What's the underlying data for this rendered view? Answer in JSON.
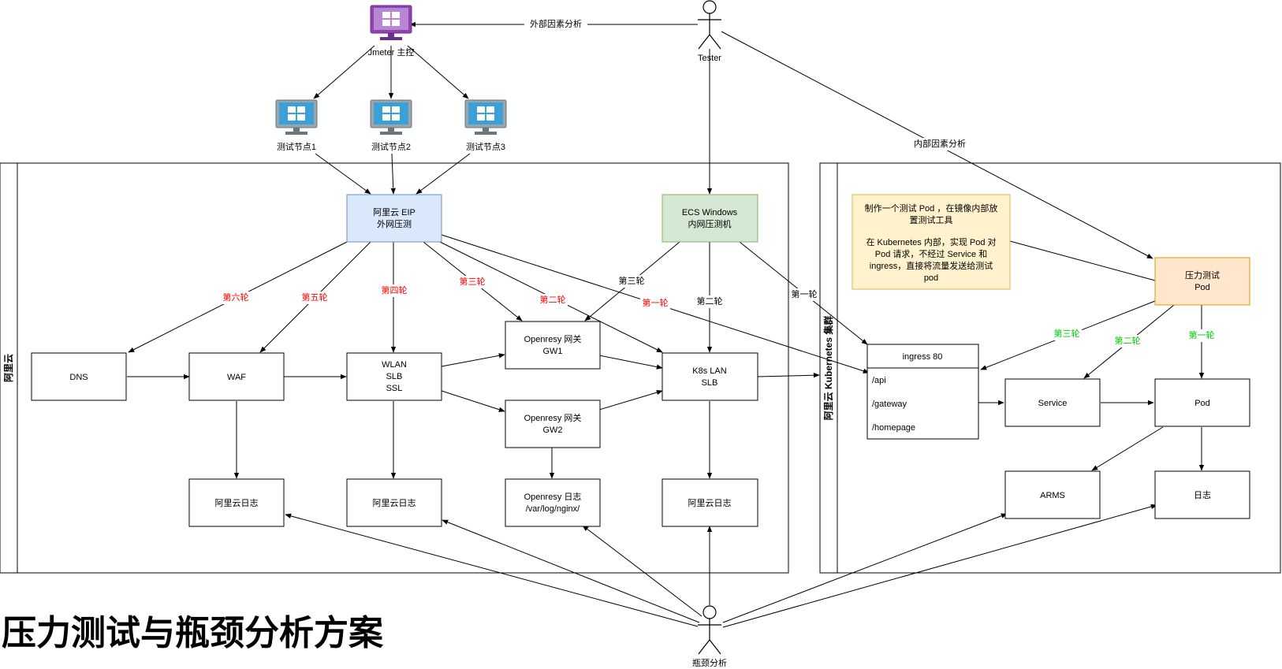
{
  "title": "压力测试与瓶颈分析方案",
  "pools": {
    "aliyun": "阿里云",
    "k8s": "阿里云 Kubernetes 集群"
  },
  "actors": {
    "tester": "Tester",
    "bottleneck": "瓶颈分析"
  },
  "monitors": {
    "master": "Jmeter 主控",
    "node1": "测试节点1",
    "node2": "测试节点2",
    "node3": "测试节点3"
  },
  "nodes": {
    "eip_line1": "阿里云 EIP",
    "eip_line2": "外网压测",
    "ecs_line1": "ECS Windows",
    "ecs_line2": "内网压测机",
    "dns": "DNS",
    "waf": "WAF",
    "wlan_line1": "WLAN",
    "wlan_line2": "SLB",
    "wlan_line3": "SSL",
    "gw1_line1": "Openresy 网关",
    "gw1_line2": "GW1",
    "gw2_line1": "Openresy 网关",
    "gw2_line2": "GW2",
    "k8slan_line1": "K8s LAN",
    "k8slan_line2": "SLB",
    "log_waf": "阿里云日志",
    "log_wlan": "阿里云日志",
    "log_gw_line1": "Openresy 日志",
    "log_gw_line2": "/var/log/nginx/",
    "log_k8slan": "阿里云日志",
    "ingress_header": "ingress 80",
    "ingress_api": "/api",
    "ingress_gateway": "/gateway",
    "ingress_homepage": "/homepage",
    "service": "Service",
    "pod": "Pod",
    "arms": "ARMS",
    "pod_log": "日志",
    "stress_pod_line1": "压力测试",
    "stress_pod_line2": "Pod"
  },
  "note": {
    "line1": "制作一个测试 Pod ，在镜像内部放",
    "line2": "置测试工具",
    "line3": "在 Kubernetes 内部，实现 Pod 对",
    "line4": "Pod 请求，不经过 Service 和",
    "line5": "ingress，直接将流量发送给测试",
    "line6": "pod"
  },
  "edge_labels": {
    "external": "外部因素分析",
    "internal": "内部因素分析",
    "r6": "第六轮",
    "r5": "第五轮",
    "r4": "第四轮",
    "r3_red": "第三轮",
    "r2_red": "第二轮",
    "r1_red": "第一轮",
    "ecs_r3": "第三轮",
    "ecs_r2": "第二轮",
    "ecs_r1": "第一轮",
    "k8s_r3": "第三轮",
    "k8s_r2": "第二轮",
    "k8s_r1": "第一轮"
  },
  "colors": {
    "eip_fill": "#dae8fc",
    "eip_stroke": "#6c8ebf",
    "ecs_fill": "#d5e8d4",
    "ecs_stroke": "#82b366",
    "note_fill": "#fff2cc",
    "note_stroke": "#d6b656",
    "pod_fill": "#ffe6cc",
    "pod_stroke": "#d79b00",
    "monitor_master": "#8e44ad",
    "monitor_node": "#3aa0d8",
    "round_red": "#ff0000",
    "round_green": "#00cc00"
  }
}
